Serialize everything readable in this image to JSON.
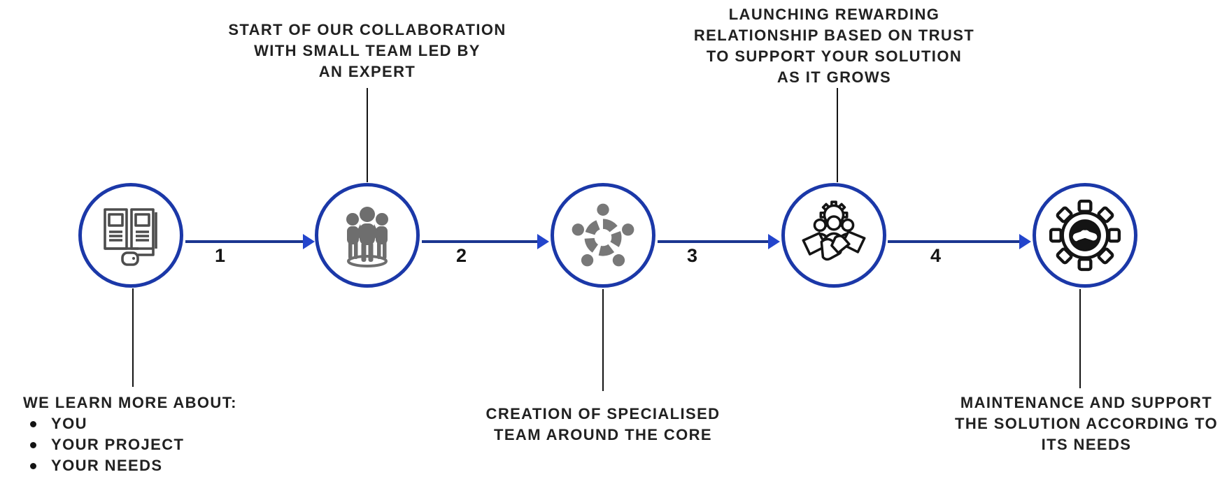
{
  "colors": {
    "circle_border": "#1b38a8",
    "arrow_line": "#1b3690",
    "arrow_head": "#2345cc",
    "icon_gray": "#6e6e6e",
    "icon_black": "#141414",
    "text": "#212121"
  },
  "connector_numbers": [
    "1",
    "2",
    "3",
    "4"
  ],
  "steps": [
    {
      "icon": "open-book-and-mouse",
      "caption": {
        "position": "below",
        "heading": "WE LEARN MORE ABOUT:",
        "bullets": [
          "YOU",
          "YOUR PROJECT",
          "YOUR NEEDS"
        ]
      }
    },
    {
      "icon": "team-of-people",
      "caption": {
        "position": "above",
        "lines": [
          "START OF OUR COLLABORATION",
          "WITH SMALL TEAM LED BY",
          "AN EXPERT"
        ]
      }
    },
    {
      "icon": "teamwork-circle",
      "caption": {
        "position": "below",
        "lines": [
          "CREATION OF SPECIALISED",
          "TEAM AROUND THE CORE"
        ]
      }
    },
    {
      "icon": "partnership-handshake-gear-people",
      "caption": {
        "position": "above",
        "lines": [
          "LAUNCHING REWARDING",
          "RELATIONSHIP BASED ON TRUST",
          "TO SUPPORT YOUR SOLUTION",
          "AS IT GROWS"
        ]
      }
    },
    {
      "icon": "gear-with-handshake",
      "caption": {
        "position": "below",
        "lines": [
          "MAINTENANCE AND SUPPORT",
          "THE SOLUTION ACCORDING TO",
          "ITS NEEDS"
        ]
      }
    }
  ]
}
